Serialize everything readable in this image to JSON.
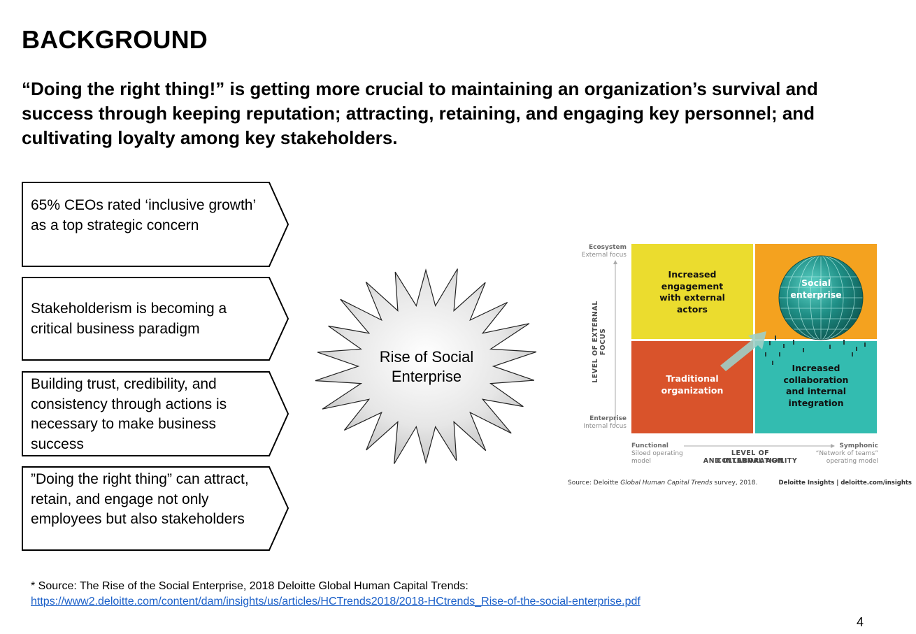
{
  "slide": {
    "title": "BACKGROUND",
    "subtitle": "“Doing the right thing!” is getting more crucial to maintaining an organization’s survival and success through keeping reputation; attracting, retaining, and engaging key personnel; and cultivating loyalty among key stakeholders.",
    "page_number": "4"
  },
  "points": [
    "65% CEOs rated ‘inclusive growth’ as a top strategic concern",
    "Stakeholderism is becoming a critical business paradigm",
    "Building trust, credibility, and consistency through actions is necessary to make business success",
    "”Doing the right thing” can attract, retain, and engage not only employees but also stakeholders"
  ],
  "burst": {
    "label": "Rise of Social Enterprise"
  },
  "matrix": {
    "y_axis_title": "LEVEL OF EXTERNAL FOCUS",
    "y_top_bold": "Ecosystem",
    "y_top_sub": "External focus",
    "y_bottom_bold": "Enterprise",
    "y_bottom_sub": "Internal focus",
    "x_axis_title_line1": "LEVEL OF COLLABORATION",
    "x_axis_title_line2": "AND INTERNAL AGILITY",
    "x_left_bold": "Functional",
    "x_left_sub1": "Siloed operating",
    "x_left_sub2": "model",
    "x_right_bold": "Symphonic",
    "x_right_sub1": "“Network of teams”",
    "x_right_sub2": "operating model",
    "quadrants": {
      "top_left": "Increased engagement with external actors",
      "top_right": "Social enterprise",
      "bottom_left": "Traditional organization",
      "bottom_right": "Increased collaboration and internal integration"
    },
    "colors": {
      "top_left": "#ebdc2e",
      "top_right": "#f4a21f",
      "bottom_left": "#d9532b",
      "bottom_right": "#33bcb0"
    },
    "source_prefix": "Source: Deloitte ",
    "source_italic": "Global Human Capital Trends",
    "source_suffix": " survey, 2018.",
    "brand": "Deloitte Insights | deloitte.com/insights"
  },
  "footnote": {
    "text": "* Source: The Rise of the Social Enterprise, 2018 Deloitte Global Human Capital Trends:",
    "link": "https://www2.deloitte.com/content/dam/insights/us/articles/HCTrends2018/2018-HCtrends_Rise-of-the-social-enterprise.pdf"
  }
}
